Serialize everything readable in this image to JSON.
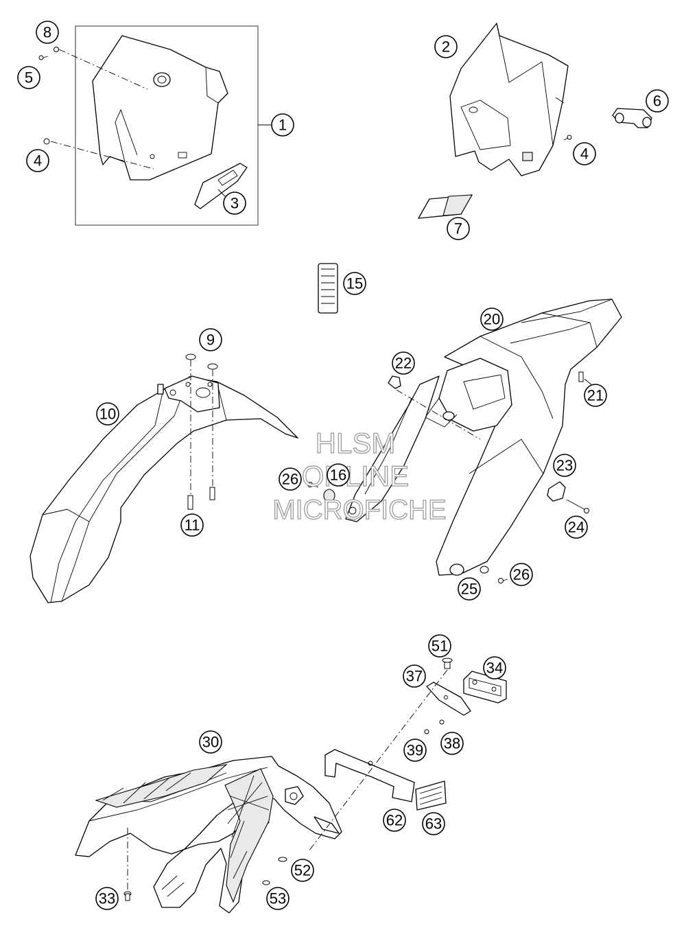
{
  "watermark": {
    "line1": "HLSM",
    "line2": "ONLINE",
    "line3": "MICROFICHE"
  },
  "callouts": [
    {
      "id": "c8",
      "label": "8"
    },
    {
      "id": "c5",
      "label": "5"
    },
    {
      "id": "c4a",
      "label": "4"
    },
    {
      "id": "c1",
      "label": "1"
    },
    {
      "id": "c3",
      "label": "3"
    },
    {
      "id": "c2",
      "label": "2"
    },
    {
      "id": "c6",
      "label": "6"
    },
    {
      "id": "c4b",
      "label": "4"
    },
    {
      "id": "c7",
      "label": "7"
    },
    {
      "id": "c15",
      "label": "15"
    },
    {
      "id": "c9",
      "label": "9"
    },
    {
      "id": "c10",
      "label": "10"
    },
    {
      "id": "c11",
      "label": "11"
    },
    {
      "id": "c20",
      "label": "20"
    },
    {
      "id": "c22",
      "label": "22"
    },
    {
      "id": "c21",
      "label": "21"
    },
    {
      "id": "c23",
      "label": "23"
    },
    {
      "id": "c24",
      "label": "24"
    },
    {
      "id": "c26a",
      "label": "26"
    },
    {
      "id": "c16",
      "label": "16"
    },
    {
      "id": "c25",
      "label": "25"
    },
    {
      "id": "c26b",
      "label": "26"
    },
    {
      "id": "c51",
      "label": "51"
    },
    {
      "id": "c34",
      "label": "34"
    },
    {
      "id": "c37",
      "label": "37"
    },
    {
      "id": "c38",
      "label": "38"
    },
    {
      "id": "c39",
      "label": "39"
    },
    {
      "id": "c30",
      "label": "30"
    },
    {
      "id": "c62",
      "label": "62"
    },
    {
      "id": "c63",
      "label": "63"
    },
    {
      "id": "c52",
      "label": "52"
    },
    {
      "id": "c53",
      "label": "53"
    },
    {
      "id": "c33",
      "label": "33"
    }
  ]
}
